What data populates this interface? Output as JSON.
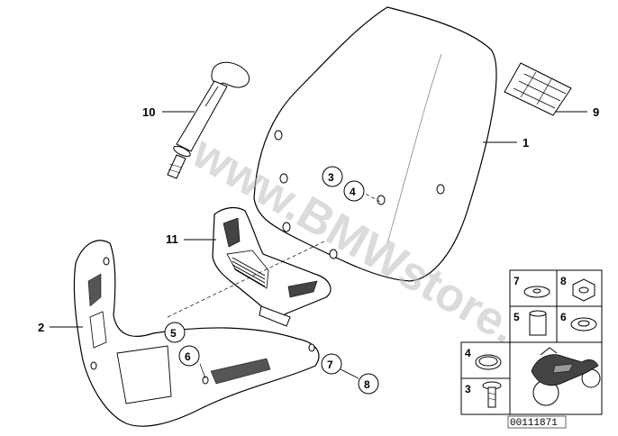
{
  "watermark": "www.BMWstore.pl",
  "catalog_code": "00111871",
  "callouts": [
    {
      "id": "callout-10",
      "text": "10"
    },
    {
      "id": "callout-9",
      "text": "9"
    },
    {
      "id": "callout-1",
      "text": "1"
    },
    {
      "id": "callout-11",
      "text": "11"
    },
    {
      "id": "callout-2",
      "text": "2"
    }
  ],
  "circled_callouts": [
    {
      "id": "circle-3",
      "text": "3"
    },
    {
      "id": "circle-4",
      "text": "4"
    },
    {
      "id": "circle-5",
      "text": "5"
    },
    {
      "id": "circle-6",
      "text": "6"
    },
    {
      "id": "circle-7",
      "text": "7"
    },
    {
      "id": "circle-8",
      "text": "8"
    }
  ],
  "legend_cells": [
    {
      "id": "legend-7",
      "text": "7"
    },
    {
      "id": "legend-8",
      "text": "8"
    },
    {
      "id": "legend-5",
      "text": "5"
    },
    {
      "id": "legend-6",
      "text": "6"
    },
    {
      "id": "legend-4",
      "text": "4"
    },
    {
      "id": "legend-3",
      "text": "3"
    }
  ]
}
